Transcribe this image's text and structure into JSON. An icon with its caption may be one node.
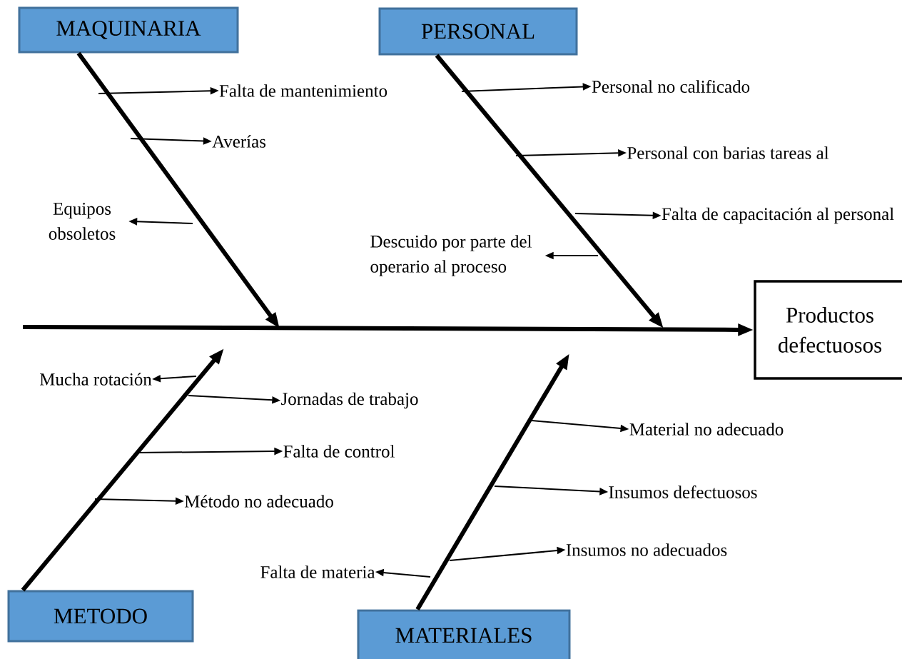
{
  "diagram": {
    "nodes": [
      {
        "text": [
          "MAQUINARIA"
        ]
      },
      {
        "text": [
          "PERSONAL"
        ]
      },
      {
        "text": [
          "Falta de mantenimiento"
        ]
      },
      {
        "text": [
          "Averías"
        ]
      },
      {
        "text": [
          "Equipos obsoletos"
        ]
      },
      {
        "text": [
          "Personal no calificado"
        ]
      },
      {
        "text": [
          "Personal con barias tareas al"
        ]
      },
      {
        "text": [
          "Falta de capacitación al personal"
        ]
      },
      {
        "text": [
          "Descuido por parte del operario al proceso"
        ]
      },
      {
        "text": [
          "Productos defectuosos"
        ]
      },
      {
        "text": [
          "Mucha rotación"
        ]
      },
      {
        "text": [
          "Jornadas de trabajo"
        ]
      },
      {
        "text": [
          "Falta de control"
        ]
      },
      {
        "text": [
          "Método no adecuado"
        ]
      },
      {
        "text": [
          "Material no adecuado"
        ]
      },
      {
        "text": [
          "Insumos defectuosos"
        ]
      },
      {
        "text": [
          "Insumos no adecuados"
        ]
      },
      {
        "text": [
          "Falta de materia"
        ]
      },
      {
        "text": [
          "METODO"
        ]
      },
      {
        "text": [
          "MATERIALES"
        ]
      }
    ],
    "edges": [
      {
        "from": null,
        "to": 9,
        "arrow": "to",
        "style": "thick"
      },
      {
        "from": 0,
        "to": null,
        "arrow": "to",
        "style": "thick"
      },
      {
        "from": 1,
        "to": null,
        "arrow": "to",
        "style": "thick"
      },
      {
        "from": 18,
        "to": null,
        "arrow": "to",
        "style": "thick"
      },
      {
        "from": 19,
        "to": null,
        "arrow": "to",
        "style": "thick"
      },
      {
        "from": null,
        "to": 2,
        "arrow": "to"
      },
      {
        "from": null,
        "to": 3,
        "arrow": "to"
      },
      {
        "from": null,
        "to": 4,
        "arrow": "to"
      },
      {
        "from": null,
        "to": 5,
        "arrow": "to"
      },
      {
        "from": null,
        "to": 6,
        "arrow": "to"
      },
      {
        "from": null,
        "to": 7,
        "arrow": "to"
      },
      {
        "from": null,
        "to": 8,
        "arrow": "to"
      },
      {
        "from": null,
        "to": 10,
        "arrow": "to"
      },
      {
        "from": null,
        "to": 11,
        "arrow": "to"
      },
      {
        "from": null,
        "to": 12,
        "arrow": "to"
      },
      {
        "from": null,
        "to": 13,
        "arrow": "to"
      },
      {
        "from": null,
        "to": 14,
        "arrow": "to"
      },
      {
        "from": null,
        "to": 15,
        "arrow": "to"
      },
      {
        "from": null,
        "to": 16,
        "arrow": "to"
      },
      {
        "from": null,
        "to": 17,
        "arrow": "to"
      }
    ]
  }
}
